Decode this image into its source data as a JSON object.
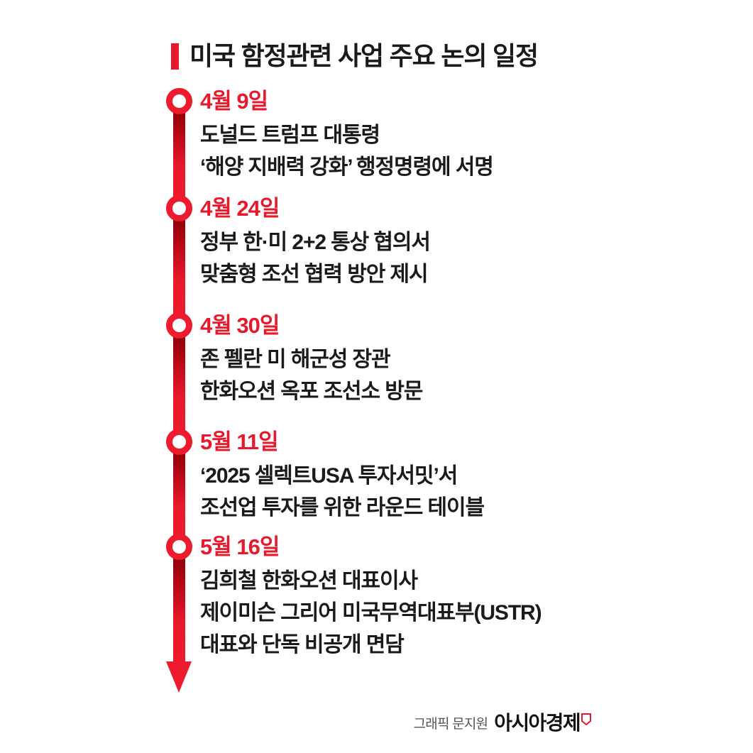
{
  "header": {
    "title": "미국 함정관련 사업 주요 논의 일정",
    "accent_color": "#e8192c"
  },
  "timeline": {
    "line_color": "#ed1b2d",
    "line_color_dark": "#8c0009",
    "marker_shape": "hollow-circle",
    "arrow_direction": "down",
    "entries": [
      {
        "date": "4월 9일",
        "lines": [
          "도널드 트럼프 대통령",
          "‘해양 지배력 강화’ 행정명령에 서명"
        ]
      },
      {
        "date": "4월 24일",
        "lines": [
          "정부 한·미 2+2 통상 협의서",
          "맞춤형 조선 협력 방안 제시"
        ]
      },
      {
        "date": "4월 30일",
        "lines": [
          "존 펠란 미 해군성 장관",
          "한화오션 옥포 조선소 방문"
        ]
      },
      {
        "date": "5월 11일",
        "lines": [
          "‘2025 셀렉트USA 투자서밋’서",
          "조선업 투자를 위한 라운드 테이블"
        ]
      },
      {
        "date": "5월 16일",
        "lines": [
          "김희철 한화오션 대표이사",
          "제이미슨 그리어 미국무역대표부(USTR)",
          "대표와 단독 비공개 면담"
        ]
      }
    ]
  },
  "footer": {
    "credit": "그래픽 문지원",
    "brand": "아시아경제",
    "brand_mark_color": "#e8192c"
  }
}
